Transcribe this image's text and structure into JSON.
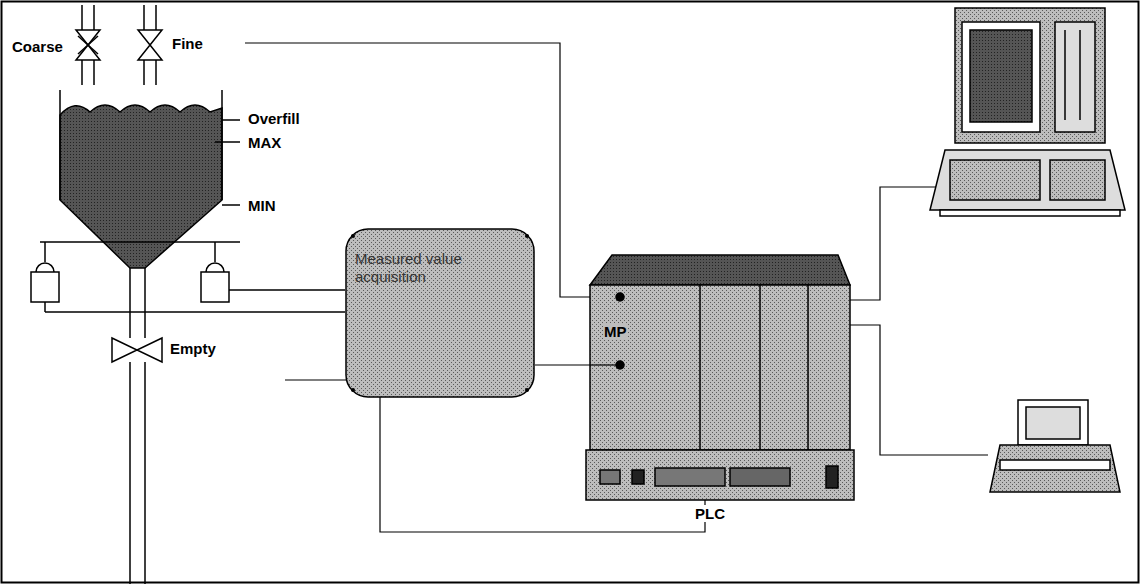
{
  "diagram": {
    "nodes": [
      {
        "text": [
          "Measured value acquisition"
        ]
      },
      {
        "text": [
          "MP",
          "PLC"
        ]
      }
    ],
    "edges": [
      {
        "from": 0,
        "to": 1,
        "arrow": "none"
      }
    ],
    "labels": [
      "Coarse",
      "Fine",
      "Overfill",
      "MAX",
      "MIN",
      "Empty"
    ]
  }
}
